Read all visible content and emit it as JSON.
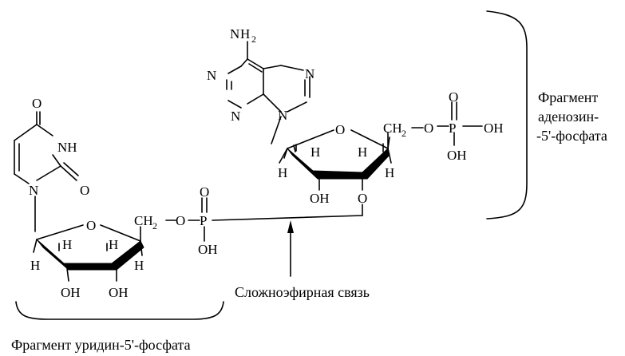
{
  "atoms": {
    "nh2_n": "N",
    "nh2_h": "H",
    "nh2_sub": "2",
    "a_n1": "N",
    "a_n3": "N",
    "a_n7": "N",
    "a_n9": "N",
    "a_ring_o": "O",
    "a_ch": "CH",
    "a_ch_sub": "2",
    "a_link_o": "O",
    "a_p": "P",
    "a_p_o_top": "O",
    "a_p_oh_right": "OH",
    "a_p_oh_bottom": "OH",
    "a_h2": "H",
    "a_h3": "H",
    "a_h1": "H",
    "a_h4": "H",
    "a_oh": "OH",
    "a_o3": "O",
    "u_o4": "O",
    "u_nh": "NH",
    "u_o2": "O",
    "u_n1": "N",
    "u_ring_o": "O",
    "u_ch": "CH",
    "u_ch_sub": "2",
    "u_link_o": "O",
    "u_p": "P",
    "u_p_o_top": "O",
    "u_p_oh": "OH",
    "u_h2": "H",
    "u_h3": "H",
    "u_h1": "H",
    "u_h4": "H",
    "u_oh_left": "OH",
    "u_oh_right": "OH"
  },
  "labels": {
    "adenosine_line1": "Фрагмент",
    "adenosine_line2": "аденозин-",
    "adenosine_line3": "-5'-фосфата",
    "uridine": "Фрагмент уридин-5'-фосфата",
    "ester_bond": "Сложноэфирная связь"
  }
}
